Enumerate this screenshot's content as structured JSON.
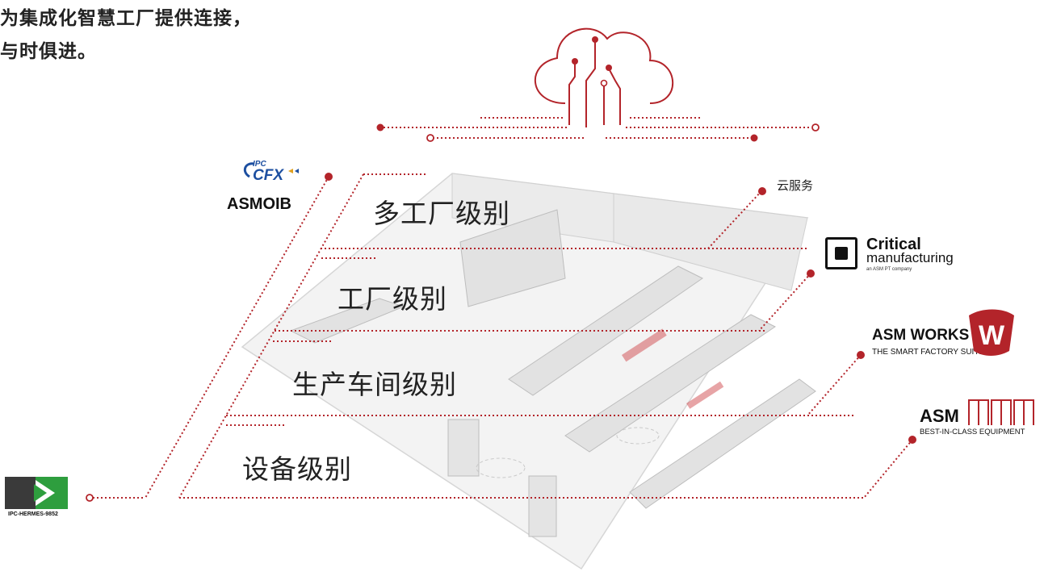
{
  "headline": {
    "line1": "为集成化智慧工厂提供连接，",
    "line2": "与时俱进。"
  },
  "levels": [
    {
      "label": "多工厂级别"
    },
    {
      "label": "工厂级别"
    },
    {
      "label": "生产车间级别"
    },
    {
      "label": "设备级别"
    }
  ],
  "cloud_service": {
    "label": "云服务",
    "icon": "cloud-icon"
  },
  "logos": {
    "ipc_cfx": {
      "text": "IPC CFX"
    },
    "asmoib": {
      "text": "ASMOIB"
    },
    "critical_manufacturing": {
      "title": "Critical",
      "subtitle": "manufacturing",
      "tagline": "an ASM PT company"
    },
    "asm_works": {
      "title": "ASM WORKS",
      "tagline": "THE SMART FACTORY SUITE"
    },
    "asm_equipment": {
      "title": "ASM",
      "tagline": "BEST-IN-CLASS EQUIPMENT"
    },
    "ipc_hermes": {
      "text": "IPC-HERMES-9852"
    }
  },
  "colors": {
    "accent": "#b3242a",
    "text": "#222222",
    "hermes_green": "#2e9e3e"
  }
}
